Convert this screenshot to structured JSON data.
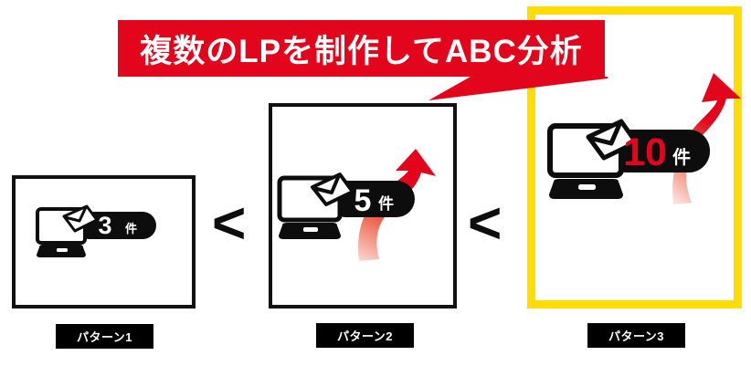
{
  "banner": {
    "text": "複数のLPを制作してABC分析",
    "background_color": "#E3051B",
    "text_color": "#FFFFFF",
    "tail_direction": "down-left"
  },
  "separators": [
    {
      "symbol": "<",
      "name": "less-than-1"
    },
    {
      "symbol": "<",
      "name": "less-than-2"
    }
  ],
  "colors": {
    "red": "#E3051B",
    "yellow": "#FFDD00",
    "black": "#000000",
    "white": "#FFFFFF",
    "arrow_red_top": "#E3051B",
    "arrow_red_bottom": "#FBDAD5"
  },
  "panels": [
    {
      "id": "pattern-1",
      "caption": "パターン1",
      "count_value": "3",
      "count_unit": "件",
      "count_color": "#FFFFFF",
      "frame": "black",
      "has_arrow": false,
      "icon": "monitor-mail-icon"
    },
    {
      "id": "pattern-2",
      "caption": "パターン2",
      "count_value": "5",
      "count_unit": "件",
      "count_color": "#FFFFFF",
      "frame": "black",
      "has_arrow": true,
      "icon": "monitor-mail-icon"
    },
    {
      "id": "pattern-3",
      "caption": "パターン3",
      "count_value": "10",
      "count_unit": "件",
      "count_color": "#E3051B",
      "frame": "yellow",
      "has_arrow": true,
      "icon": "monitor-mail-icon"
    }
  ],
  "chart_data": {
    "type": "bar",
    "title": "複数のLPを制作してABC分析",
    "categories": [
      "パターン1",
      "パターン2",
      "パターン3"
    ],
    "values": [
      3,
      5,
      10
    ],
    "unit": "件",
    "comparison": "パターン1 < パターン2 < パターン3",
    "xlabel": "",
    "ylabel": "",
    "grid": false,
    "legend": "none"
  }
}
